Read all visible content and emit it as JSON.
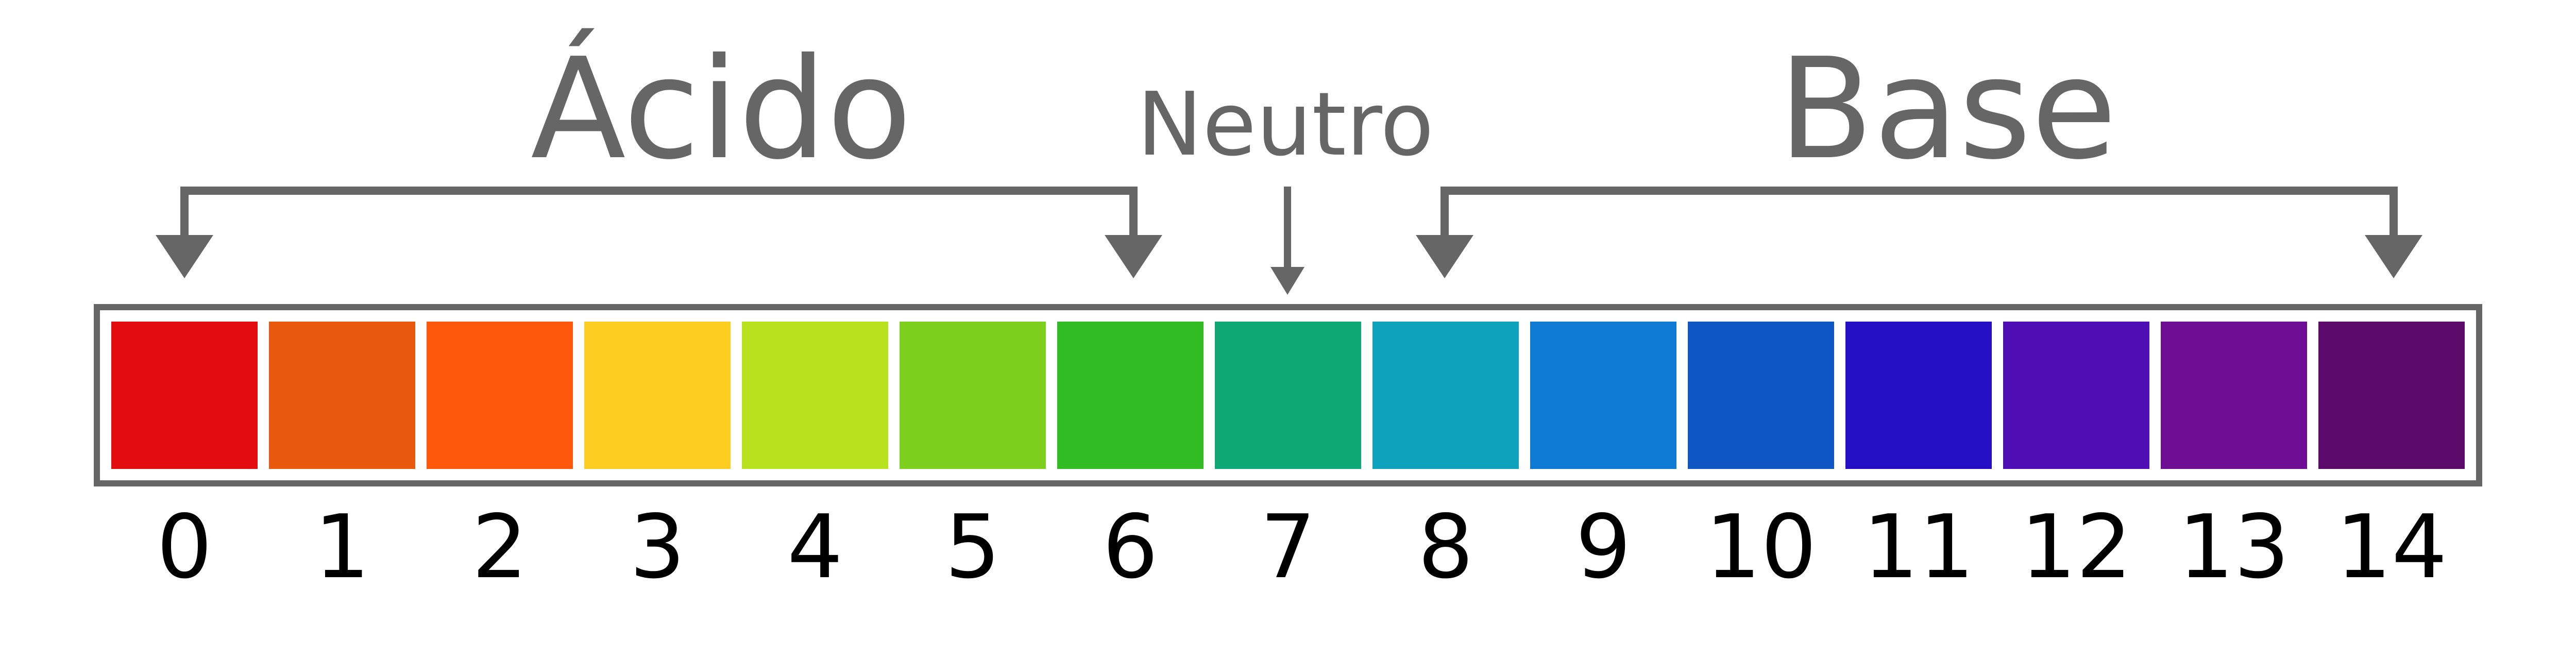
{
  "labels": {
    "acid": "Ácido",
    "neutral": "Neutro",
    "base": "Base"
  },
  "scale": {
    "values": [
      "0",
      "1",
      "2",
      "3",
      "4",
      "5",
      "6",
      "7",
      "8",
      "9",
      "10",
      "11",
      "12",
      "13",
      "14"
    ],
    "colors": [
      "#e30c0f",
      "#e8590e",
      "#fd580b",
      "#fecd22",
      "#b8e21e",
      "#7dd01e",
      "#33bd25",
      "#0ea874",
      "#0ea2bd",
      "#0e7ad4",
      "#0f56c5",
      "#250fc5",
      "#500fb5",
      "#6e0e95",
      "#5b0a6a"
    ]
  },
  "colors": {
    "frame": "#666666",
    "arrow": "#666666",
    "label_text": "#666666",
    "number_text": "#000000"
  }
}
